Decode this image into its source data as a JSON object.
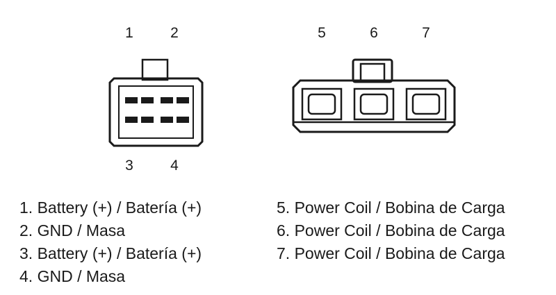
{
  "diagram": {
    "left_connector": {
      "pin_numbers": [
        "1",
        "2",
        "3",
        "4"
      ]
    },
    "right_connector": {
      "pin_numbers": [
        "5",
        "6",
        "7"
      ]
    },
    "legend_left": [
      "1. Battery (+) / Batería (+)",
      "2. GND / Masa",
      "3. Battery (+) / Batería (+)",
      "4. GND / Masa"
    ],
    "legend_right": [
      "5. Power Coil / Bobina de Carga",
      "6. Power Coil / Bobina de Carga",
      "7. Power Coil / Bobina de Carga"
    ],
    "colors": {
      "line": "#1a1a1a",
      "background": "#ffffff"
    }
  }
}
